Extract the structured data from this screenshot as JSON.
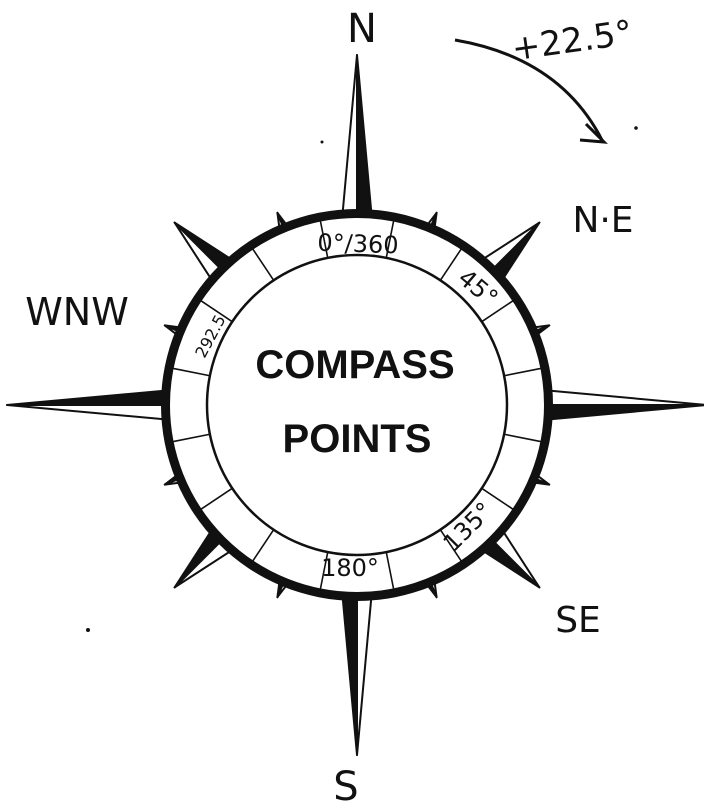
{
  "diagram": {
    "title_line1": "COMPASS",
    "title_line2": "POINTS",
    "cardinal": {
      "north": "N",
      "south": "S"
    },
    "direction_labels": {
      "ne": "N·E",
      "se": "SE",
      "wnw": "WNW"
    },
    "rotation_note": "+22.5°",
    "ring_labels": {
      "north": "0°/360",
      "ne": "45°",
      "se": "135°",
      "south": "180°",
      "wnw": "292.5"
    },
    "ring_segments": 16,
    "colors": {
      "ink": "#111111",
      "paper": "#ffffff"
    }
  }
}
